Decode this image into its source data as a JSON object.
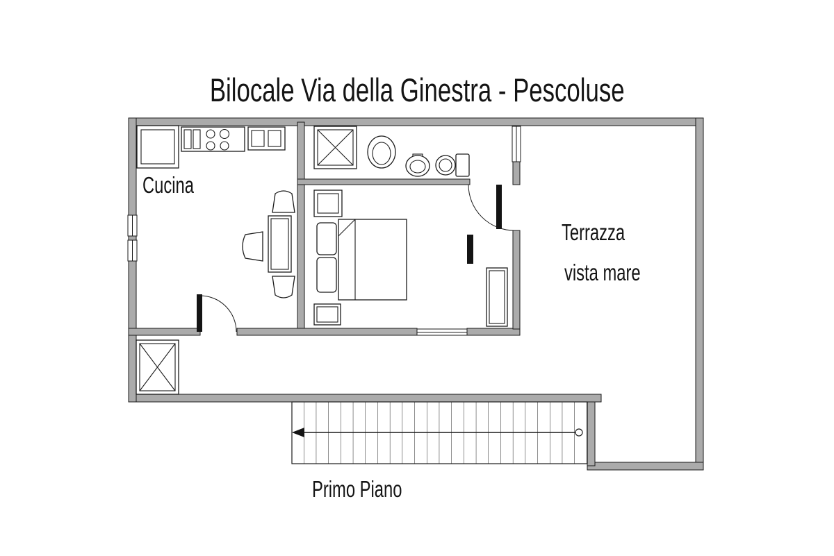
{
  "title": "Bilocale Via della Ginestra - Pescoluse",
  "rooms": {
    "kitchen_label": "Cucina",
    "terrace_label_line1": "Terrazza",
    "terrace_label_line2": "vista mare"
  },
  "floor_label": "Primo Piano",
  "colors": {
    "background": "#ffffff",
    "wall_fill": "#ababab",
    "wall_stroke": "#1a1a1a",
    "furniture_line": "#1a1a1a",
    "text": "#141414"
  }
}
